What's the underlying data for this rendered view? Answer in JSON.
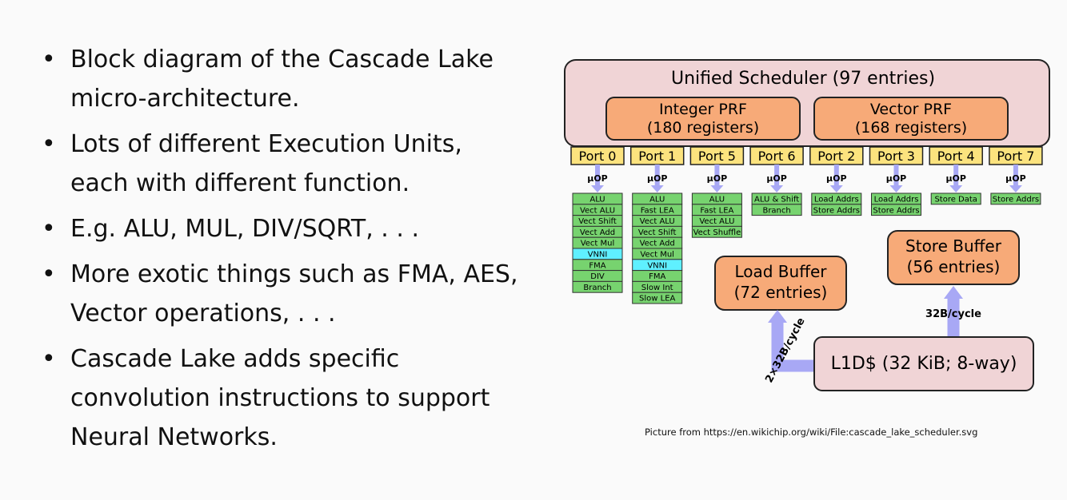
{
  "bullets": [
    "Block diagram of the Cascade Lake micro-architecture.",
    "Lots of different Execution Units, each with different function.",
    "E.g. ALU, MUL, DIV/SQRT, . . .",
    "More exotic things such as FMA, AES, Vector operations, . . .",
    "Cascade Lake adds specific convolution instructions to support Neural Networks."
  ],
  "diagram": {
    "scheduler": "Unified Scheduler (97 entries)",
    "integer_prf": [
      "Integer PRF",
      "(180 registers)"
    ],
    "vector_prf": [
      "Vector PRF",
      "(168 registers)"
    ],
    "uop_label": "µOP",
    "ports": [
      {
        "name": "Port 0",
        "units": [
          "ALU",
          "Vect ALU",
          "Vect Shift",
          "Vect Add",
          "Vect Mul",
          "VNNI",
          "FMA",
          "DIV",
          "Branch"
        ]
      },
      {
        "name": "Port 1",
        "units": [
          "ALU",
          "Fast LEA",
          "Vect ALU",
          "Vect Shift",
          "Vect Add",
          "Vect Mul",
          "VNNI",
          "FMA",
          "Slow Int",
          "Slow LEA"
        ]
      },
      {
        "name": "Port 5",
        "units": [
          "ALU",
          "Fast LEA",
          "Vect ALU",
          "Vect Shuffle"
        ]
      },
      {
        "name": "Port 6",
        "units": [
          "ALU & Shift",
          "Branch"
        ]
      },
      {
        "name": "Port 2",
        "units": [
          "Load Addrs",
          "Store Addrs"
        ]
      },
      {
        "name": "Port 3",
        "units": [
          "Load Addrs",
          "Store Addrs"
        ]
      },
      {
        "name": "Port 4",
        "units": [
          "Store Data"
        ]
      },
      {
        "name": "Port 7",
        "units": [
          "Store Addrs"
        ]
      }
    ],
    "load_buffer": [
      "Load Buffer",
      "(72 entries)"
    ],
    "store_buffer": [
      "Store Buffer",
      "(56 entries)"
    ],
    "l1d": "L1D$ (32 KiB; 8-way)",
    "bw_load": "2×32B/cycle",
    "bw_store": "32B/cycle",
    "colors": {
      "scheduler": "#f0d4d6",
      "prf": "#f7aa78",
      "port": "#fce37e",
      "unit": "#77d36f",
      "vnni": "#5ff0ff",
      "arrow": "#a8a8f5"
    }
  },
  "caption": "Picture from https://en.wikichip.org/wiki/File:cascade_lake_scheduler.svg"
}
